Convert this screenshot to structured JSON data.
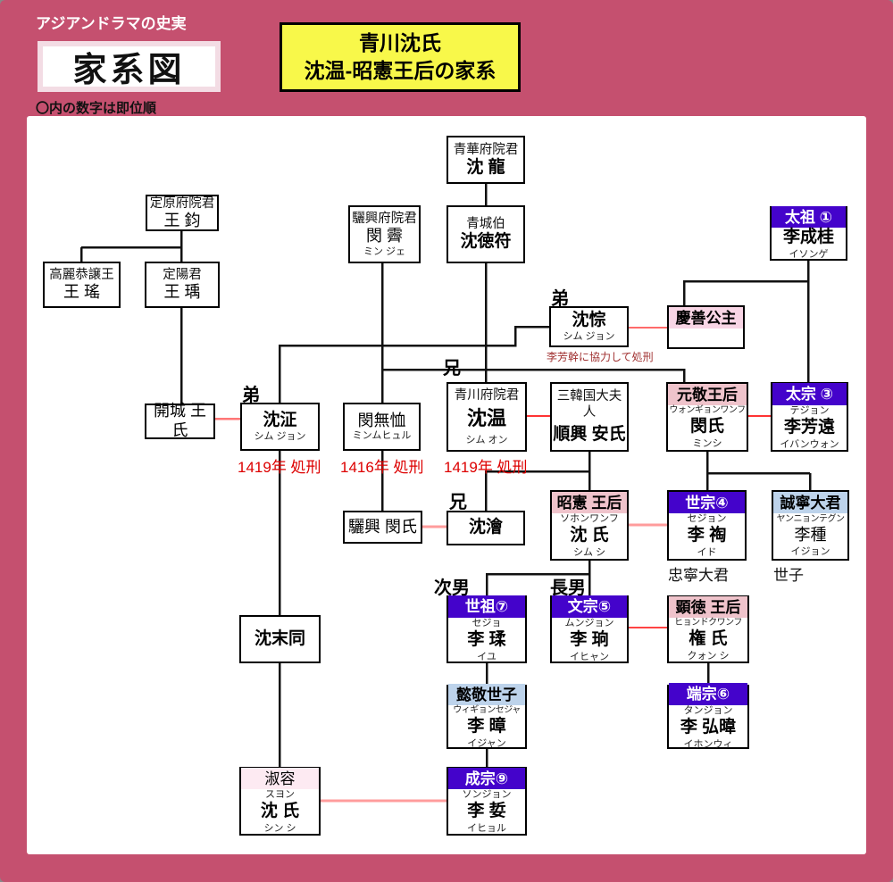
{
  "page": {
    "tagline": "アジアンドラマの史実",
    "title": "家系図",
    "legend": "〇内の数字は即位順",
    "subtitle_line1": "青川沈氏",
    "subtitle_line2": "沈温-昭憲王后の家系"
  },
  "labels": {
    "younger_brother": "弟",
    "elder_brother": "兄",
    "second_son": "次男",
    "eldest_son": "長男"
  },
  "persons": {
    "shim_ryong": {
      "title": "青華府院君",
      "name": "沈 龍"
    },
    "wang_gyun": {
      "title": "定原府院君",
      "name": "王 鈞"
    },
    "min_je": {
      "title": "驪興府院君",
      "name": "閔 霽",
      "kana": "ミン ジェ"
    },
    "shim_deokbu": {
      "title": "青城伯",
      "name": "沈徳符"
    },
    "taejo": {
      "header": "太祖 ①",
      "name": "李成桂",
      "kana2": "イソンゲ"
    },
    "wang_yo": {
      "title": "高麗恭譲王",
      "name": "王 瑤"
    },
    "wang_u": {
      "title": "定陽君",
      "name": "王 瑀"
    },
    "shim_jong": {
      "name": "沈悰",
      "kana": "シム ジョン",
      "note": "李芳幹に協力して処刑"
    },
    "gyeongseon": {
      "header": "慶善公主"
    },
    "shim_on": {
      "title": "青川府院君",
      "name": "沈温",
      "kana": "シム オン",
      "note": "1419年 処刑"
    },
    "sunheung_an": {
      "title": "三韓国大夫人",
      "name": "順興 安氏"
    },
    "wongyeong": {
      "header": "元敬王后",
      "kana1": "ウォンギョンワンフ",
      "name": "閔氏",
      "kana2": "ミンシ"
    },
    "taejong": {
      "header": "太宗 ③",
      "kana1": "テジョン",
      "name": "李芳遠",
      "kana2": "イバンウォン"
    },
    "gaeseong_wang": {
      "name": "開城 王氏"
    },
    "shim_jeong": {
      "name": "沈泟",
      "kana": "シム ジョン",
      "note": "1419年 処刑"
    },
    "min_muhyul": {
      "name": "閔無恤",
      "kana": "ミンムヒュル",
      "note": "1416年 処刑"
    },
    "yeoheung_min": {
      "name": "驪興 閔氏"
    },
    "shim_hoe": {
      "name": "沈澮"
    },
    "soheon": {
      "header": "昭憲 王后",
      "kana1": "ソホンワンフ",
      "name": "沈 氏",
      "kana2": "シム シ"
    },
    "sejong": {
      "header": "世宗④",
      "kana1": "セジョン",
      "name": "李 祹",
      "kana2": "イド",
      "sublabel": "忠寧大君"
    },
    "seongnyeong": {
      "header": "誠寧大君",
      "kana1": "ヤンニョンテグン",
      "name": "李種",
      "kana2": "イジョン",
      "sublabel": "世子"
    },
    "sejo": {
      "header": "世祖⑦",
      "kana1": "セジョ",
      "name": "李 瑈",
      "kana2": "イユ"
    },
    "munjong": {
      "header": "文宗⑤",
      "kana1": "ムンジョン",
      "name": "李 珦",
      "kana2": "イヒャン"
    },
    "hyeondeok": {
      "header": "顕徳 王后",
      "kana1": "ヒョンドクワンフ",
      "name": "権 氏",
      "kana2": "クォン シ"
    },
    "shim_maldong": {
      "name": "沈末同"
    },
    "uigyeong": {
      "header": "懿敬世子",
      "kana1": "ウィギョンセジャ",
      "name": "李 暲",
      "kana2": "イジャン"
    },
    "danjong": {
      "header": "端宗⑥",
      "kana1": "タンジョン",
      "name": "李 弘暐",
      "kana2": "イホンウィ"
    },
    "sukyong": {
      "header": "淑容",
      "kana1": "スヨン",
      "name": "沈 氏",
      "kana2": "シン シ"
    },
    "seongjong": {
      "header": "成宗⑨",
      "kana1": "ソンジョン",
      "name": "李 娎",
      "kana2": "イヒョル"
    }
  },
  "colors": {
    "background": "#c5506f",
    "subtitle_bg": "#f8f84a",
    "king_header": "#4403cb",
    "queen_header": "#efc3cb",
    "prince_header": "#bdd3eb",
    "princess_header": "#f8d5e5",
    "marriage_line_pink": "#ff9c9c",
    "marriage_line_red": "#ff3333",
    "execution_text": "#dd0000"
  }
}
